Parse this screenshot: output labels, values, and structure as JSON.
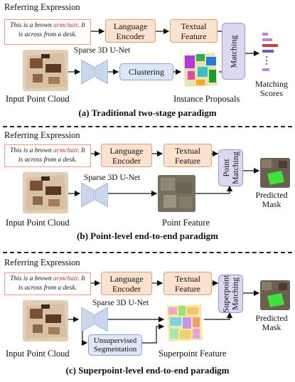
{
  "expression_text": "This is a brown armchair. It is across from a desk.",
  "expression_before": "This is a brown ",
  "expression_keyword": "armchair",
  "expression_after": ". It is across from a desk.",
  "panels": [
    {
      "heading": "Referring Expression",
      "language_encoder": "Language Encoder",
      "textual_feature": "Textual Feature",
      "backbone": "Sparse 3D U-Net",
      "clustering": "Clustering",
      "matching": "Matching",
      "input": "Input Point Cloud",
      "proposals": "Instance Proposals",
      "output": "Matching Scores",
      "caption": "(a) Traditional two-stage paradigm"
    },
    {
      "heading": "Referring Expression",
      "language_encoder": "Language Encoder",
      "textual_feature": "Textual Feature",
      "backbone": "Sparse 3D U-Net",
      "matching": "Point Matching",
      "input": "Input Point Cloud",
      "feature": "Point Feature",
      "output": "Predicted Mask",
      "caption": "(b) Point-level end-to-end paradigm"
    },
    {
      "heading": "Referring Expression",
      "language_encoder": "Language Encoder",
      "textual_feature": "Textual Feature",
      "backbone": "Sparse 3D U-Net",
      "segmentation": "Unsupervised Segmentation",
      "matching": "Superpoint Matching",
      "input": "Input Point Cloud",
      "feature": "Superpoint Feature",
      "output": "Predicted Mask",
      "caption": "(c) Superpoint-level end-to-end paradigm"
    }
  ],
  "colors": {
    "encoder_fill": "#fbe2cf",
    "matching_fill": "#ddd7ef",
    "segmentation_fill": "#dde6f5",
    "keyword": "#d0302a"
  }
}
